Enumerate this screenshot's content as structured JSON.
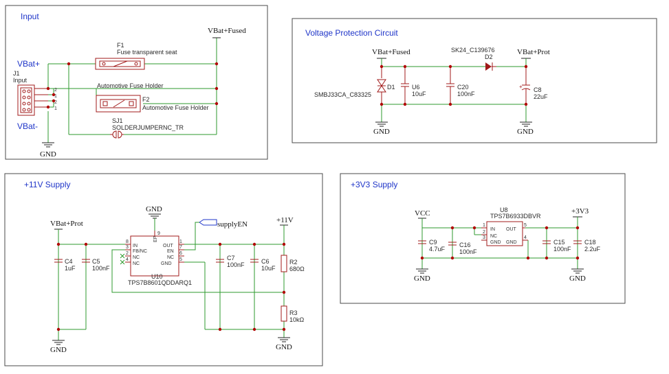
{
  "sections": {
    "input": "Input",
    "protection": "Voltage Protection Circuit",
    "supply11": "+11V Supply",
    "supply3v3": "+3V3 Supply"
  },
  "nets": {
    "vbat_fused": "VBat+Fused",
    "vbat_prot": "VBat+Prot",
    "gnd": "GND",
    "p11v": "+11V",
    "vcc": "VCC",
    "p3v3": "+3V3",
    "supply_en": "supplyEN",
    "vbat_plus": "VBat+",
    "vbat_minus": "VBat-"
  },
  "parts": {
    "j1_ref": "J1",
    "j1_val": "Input",
    "f1_ref": "F1",
    "f1_val": "Fuse transparent seat",
    "f2_ref": "F2",
    "f2_val": "Automotive Fuse Holder",
    "f2_title": "Automotive Fuse Holder",
    "sj1_ref": "SJ1",
    "sj1_val": "SOLDERJUMPERNC_TR",
    "d1_ref": "D1",
    "d1_val": "SMBJ33CA_C83325",
    "u6_ref": "U6",
    "u6_val": "10uF",
    "c20_ref": "C20",
    "c20_val": "100nF",
    "d2_ref": "D2",
    "d2_val": "SK24_C139676",
    "c8_ref": "C8",
    "c8_val": "22uF",
    "c4_ref": "C4",
    "c4_val": "1uF",
    "c5_ref": "C5",
    "c5_val": "100nF",
    "u10_ref": "U10",
    "u10_val": "TPS7B8601QDDARQ1",
    "c7_ref": "C7",
    "c7_val": "100nF",
    "c6_ref": "C6",
    "c6_val": "10uF",
    "r2_ref": "R2",
    "r2_val": "680Ω",
    "r3_ref": "R3",
    "r3_val": "10kΩ",
    "c9_ref": "C9",
    "c9_val": "4.7uF",
    "c16_ref": "C16",
    "c16_val": "100nF",
    "u8_ref": "U8",
    "u8_val": "TPS7B6933DBVR",
    "c15_ref": "C15",
    "c15_val": "100nF",
    "c18_ref": "C18",
    "c18_val": "2.2uF"
  },
  "pins": {
    "u10_in": "IN",
    "u10_fb": "FB/NC",
    "u10_nc1": "NC",
    "u10_nc2": "NC",
    "u10_out": "OUT",
    "u10_en": "EN",
    "u10_nc3": "NC",
    "u10_gnd": "GND",
    "u10_ep": "EP",
    "u10_n8": "8",
    "u10_n3": "3",
    "u10_n2": "2",
    "u10_n4": "4",
    "u10_n1": "1",
    "u10_n7": "7",
    "u10_n6": "6",
    "u10_n5": "5",
    "u10_n9": "9",
    "u8_in": "IN",
    "u8_nc": "NC",
    "u8_gnd1": "GND",
    "u8_out": "OUT",
    "u8_gnd2": "GND",
    "u8_n1": "1",
    "u8_n2": "2",
    "u8_n3": "3",
    "u8_n5": "5",
    "u8_n4": "4",
    "j1_p1": "2",
    "j1_p2": "1",
    "j1_p3": "2",
    "j1_p4": "1"
  }
}
